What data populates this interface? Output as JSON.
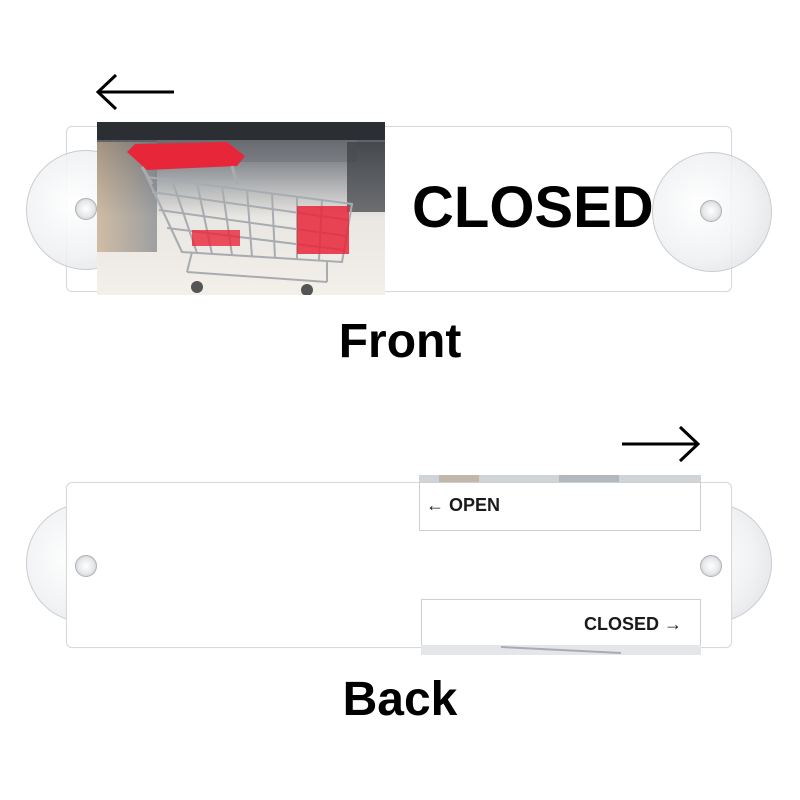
{
  "front": {
    "sign_text": "CLOSED",
    "caption": "Front",
    "slide_arrow_icon": "arrow-left-icon"
  },
  "back": {
    "caption": "Back",
    "slide_arrow_icon": "arrow-right-icon",
    "open_window_label": "OPEN",
    "closed_window_label": "CLOSED",
    "open_arrow_glyph": "←",
    "closed_arrow_glyph": "→"
  },
  "colors": {
    "cart_handle": "#e8263a",
    "cart_frame": "#b9bcc0",
    "text": "#000000",
    "panel_border": "#d9d9d9"
  }
}
